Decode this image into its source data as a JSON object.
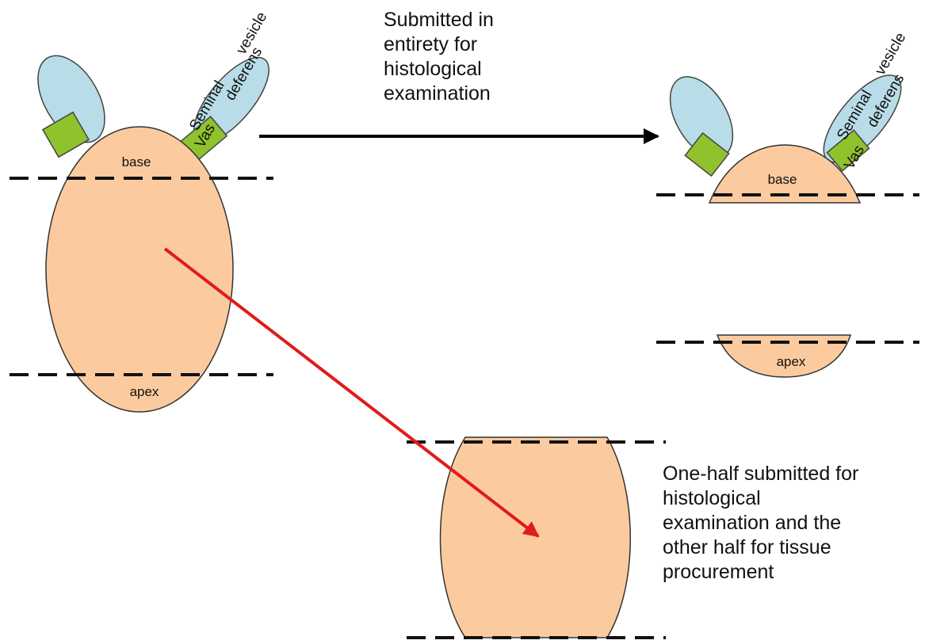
{
  "captions": {
    "entire_submission": "Submitted in\nentirety for\nhistological\nexamination",
    "half_submission": "One-half submitted for\nhistological\nexamination and the\nother half for tissue\nprocurement"
  },
  "labels": {
    "base": "base",
    "apex": "apex",
    "seminal": "Seminal",
    "vesicle": "vesicle",
    "vas": "Vas",
    "deferens": "deferens"
  },
  "colors": {
    "prostate": "#FBCB9F",
    "seminal_vesicle": "#B8DCE8",
    "vas_deferens": "#8FC22C",
    "outline": "#333333",
    "cut_line": "#111111",
    "arrow_black": "#000000",
    "arrow_red": "#E01B1B"
  }
}
